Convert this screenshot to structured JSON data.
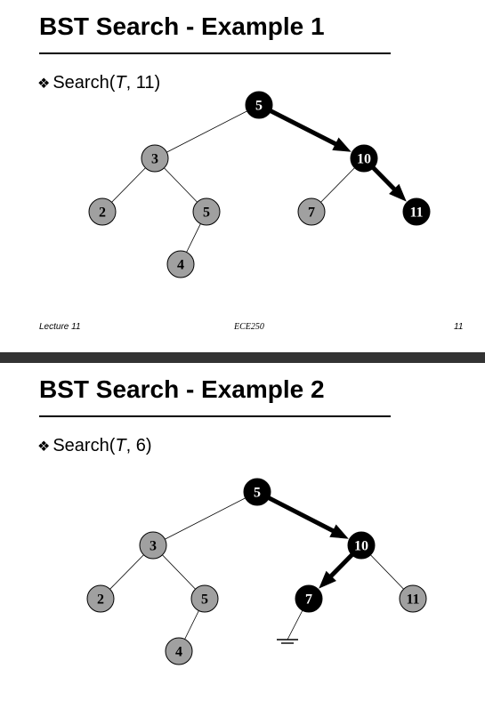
{
  "colors": {
    "node_fill": "#a0a0a0",
    "path_fill": "#000000",
    "node_text": "#000000",
    "path_text": "#ffffff",
    "separator": "#333333"
  },
  "slides": [
    {
      "title": "BST Search - Example 1",
      "bullet_prefix": "Search(",
      "bullet_var": "T",
      "bullet_suffix": ", 11)",
      "footer": {
        "left": "Lecture 11",
        "center": "ECE250",
        "right": "11"
      },
      "nodes": [
        {
          "id": "n1",
          "label": "5",
          "on_path": true
        },
        {
          "id": "n2",
          "label": "3",
          "on_path": false
        },
        {
          "id": "n3",
          "label": "10",
          "on_path": true
        },
        {
          "id": "n4",
          "label": "2",
          "on_path": false
        },
        {
          "id": "n5",
          "label": "5",
          "on_path": false
        },
        {
          "id": "n6",
          "label": "7",
          "on_path": false
        },
        {
          "id": "n7",
          "label": "11",
          "on_path": true
        },
        {
          "id": "n8",
          "label": "4",
          "on_path": false
        }
      ],
      "edges": [
        {
          "from": "n1",
          "to": "n2",
          "on_path": false
        },
        {
          "from": "n1",
          "to": "n3",
          "on_path": true
        },
        {
          "from": "n2",
          "to": "n4",
          "on_path": false
        },
        {
          "from": "n2",
          "to": "n5",
          "on_path": false
        },
        {
          "from": "n3",
          "to": "n6",
          "on_path": false
        },
        {
          "from": "n3",
          "to": "n7",
          "on_path": true
        },
        {
          "from": "n5",
          "to": "n8",
          "on_path": false
        }
      ],
      "ground_under": null
    },
    {
      "title": "BST Search - Example 2",
      "bullet_prefix": "Search(",
      "bullet_var": "T",
      "bullet_suffix": ", 6)",
      "footer": null,
      "nodes": [
        {
          "id": "n1",
          "label": "5",
          "on_path": true
        },
        {
          "id": "n2",
          "label": "3",
          "on_path": false
        },
        {
          "id": "n3",
          "label": "10",
          "on_path": true
        },
        {
          "id": "n4",
          "label": "2",
          "on_path": false
        },
        {
          "id": "n5",
          "label": "5",
          "on_path": false
        },
        {
          "id": "n6",
          "label": "7",
          "on_path": true
        },
        {
          "id": "n7",
          "label": "11",
          "on_path": false
        },
        {
          "id": "n8",
          "label": "4",
          "on_path": false
        }
      ],
      "edges": [
        {
          "from": "n1",
          "to": "n2",
          "on_path": false
        },
        {
          "from": "n1",
          "to": "n3",
          "on_path": true
        },
        {
          "from": "n2",
          "to": "n4",
          "on_path": false
        },
        {
          "from": "n2",
          "to": "n5",
          "on_path": false
        },
        {
          "from": "n3",
          "to": "n6",
          "on_path": true
        },
        {
          "from": "n3",
          "to": "n7",
          "on_path": false
        },
        {
          "from": "n5",
          "to": "n8",
          "on_path": false
        }
      ],
      "ground_under": "n6"
    }
  ]
}
